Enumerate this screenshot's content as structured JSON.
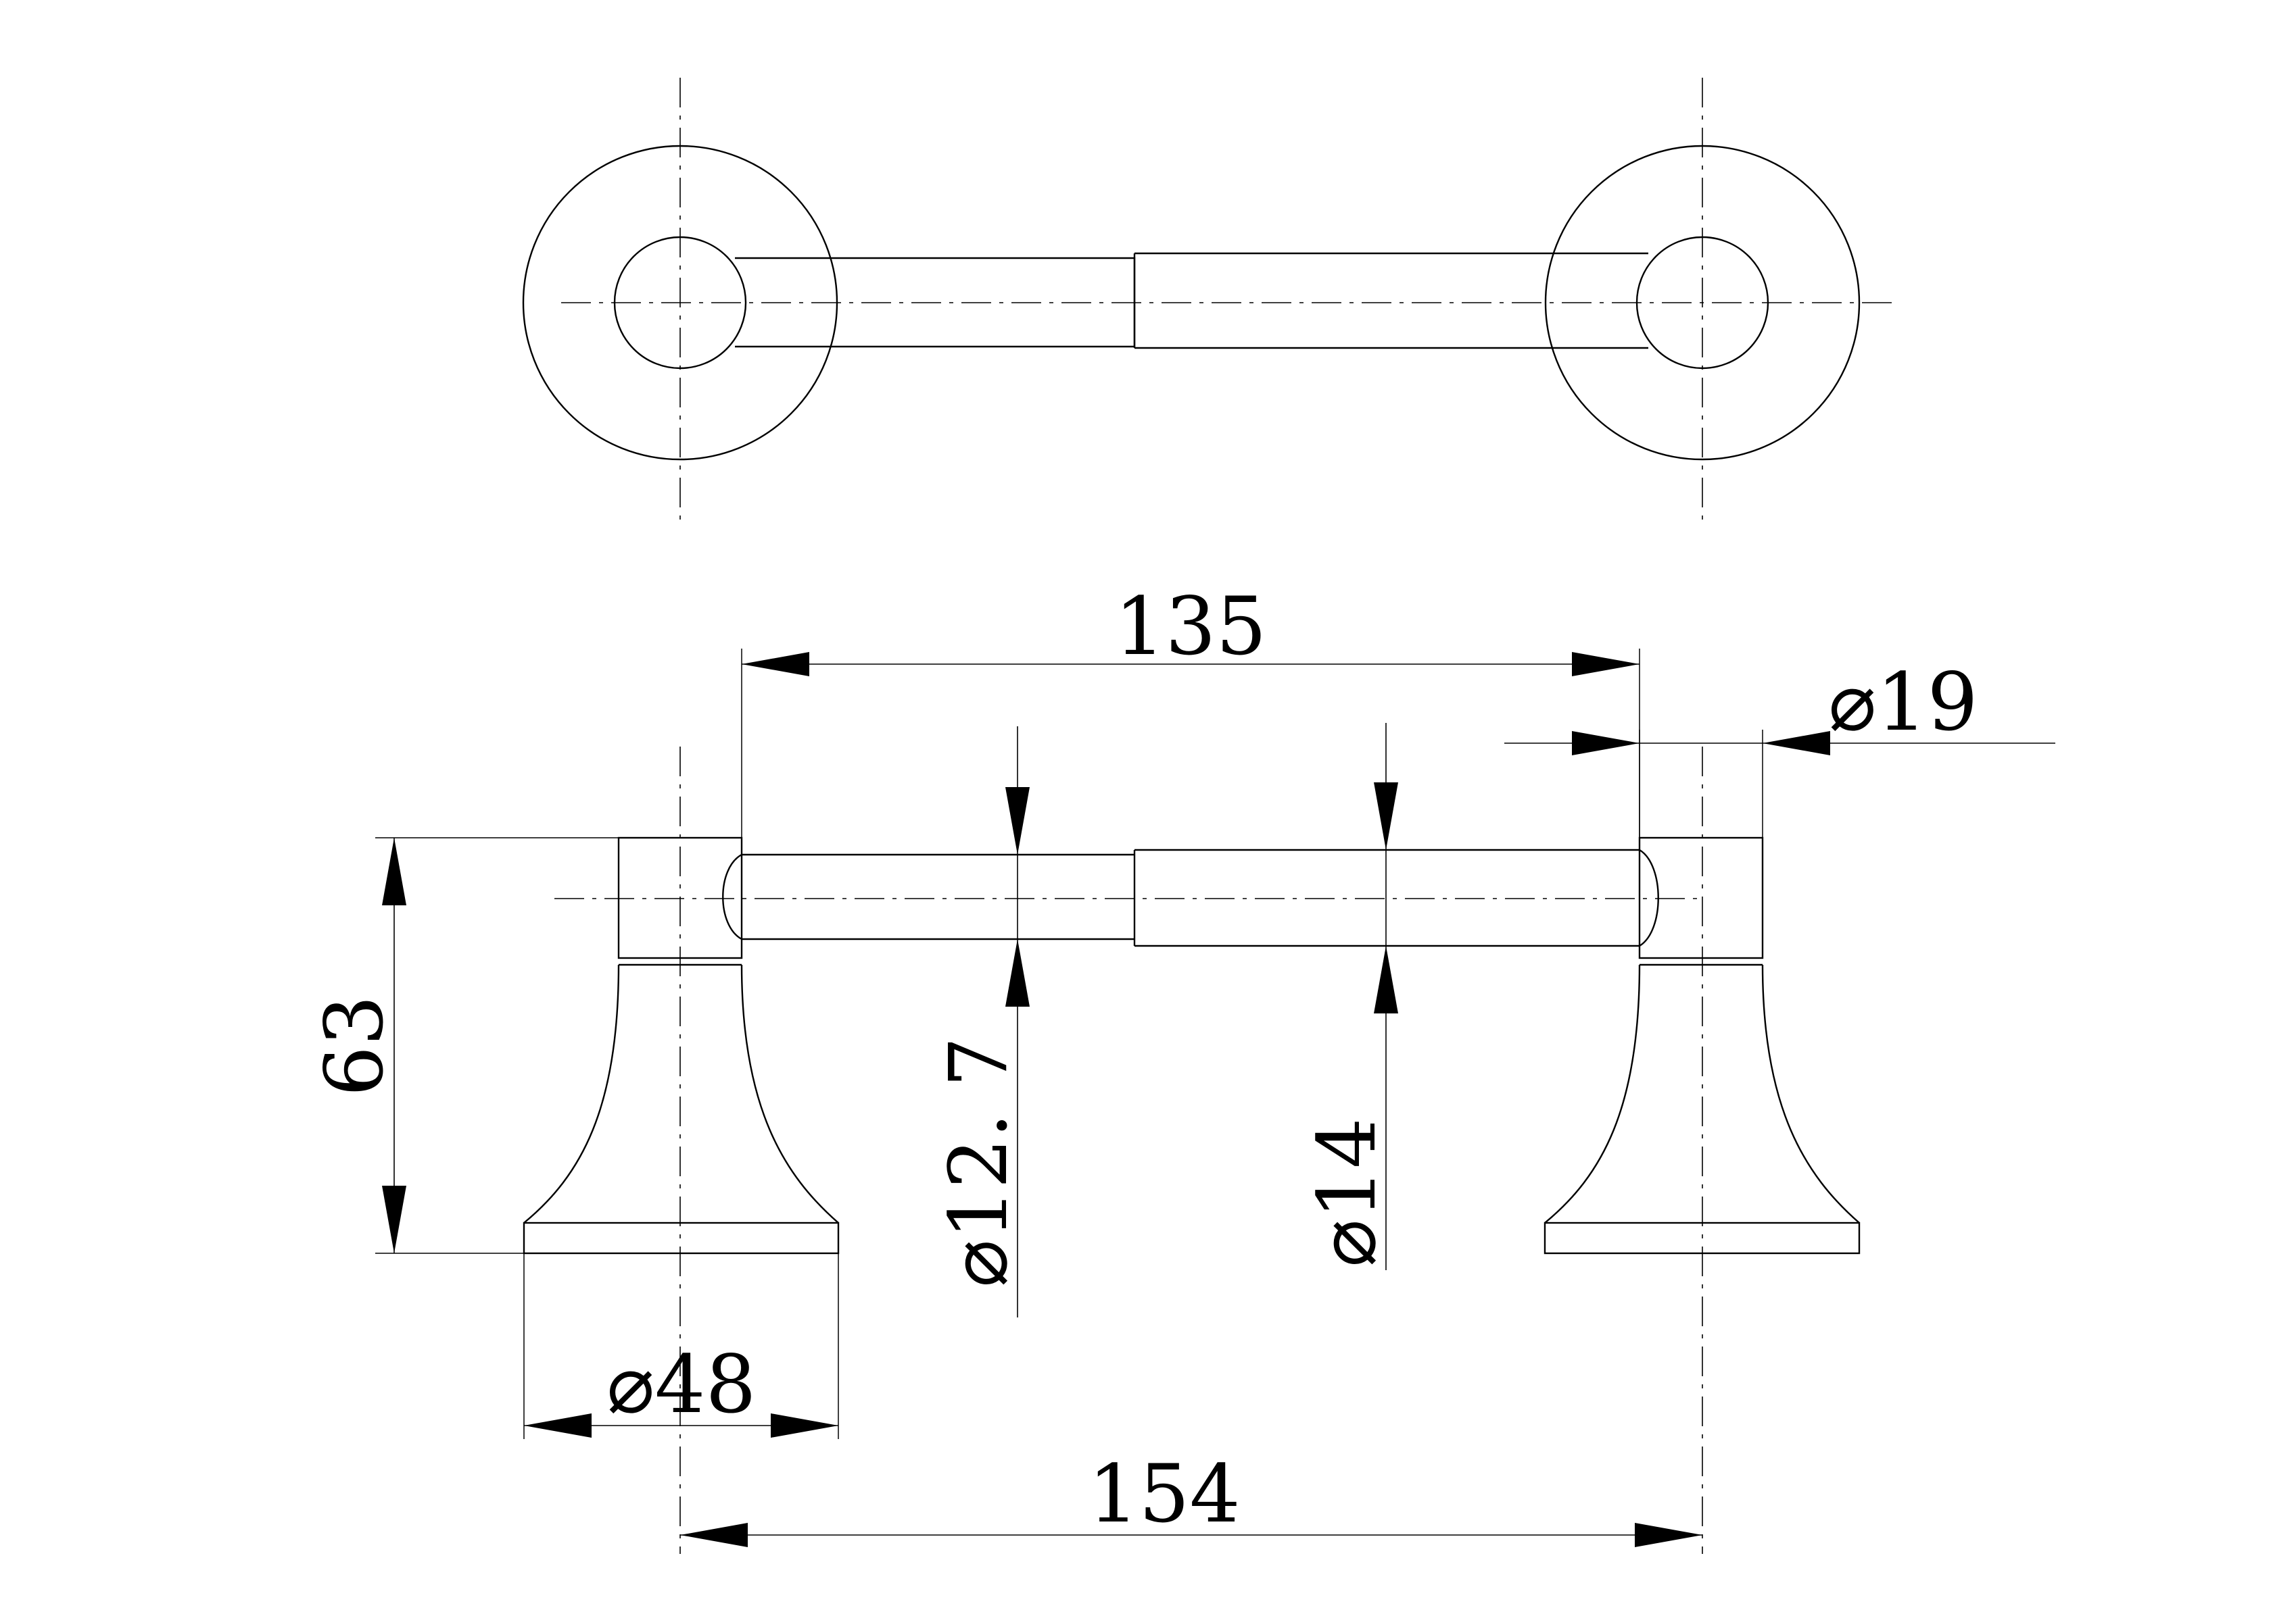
{
  "drawing": {
    "dimensions": {
      "bar_span": "135",
      "post_diameter": "⌀19",
      "height": "63",
      "bar_diameter_left": "⌀12. 7",
      "bar_diameter_right": "⌀14",
      "base_diameter": "⌀48",
      "center_distance": "154"
    }
  }
}
